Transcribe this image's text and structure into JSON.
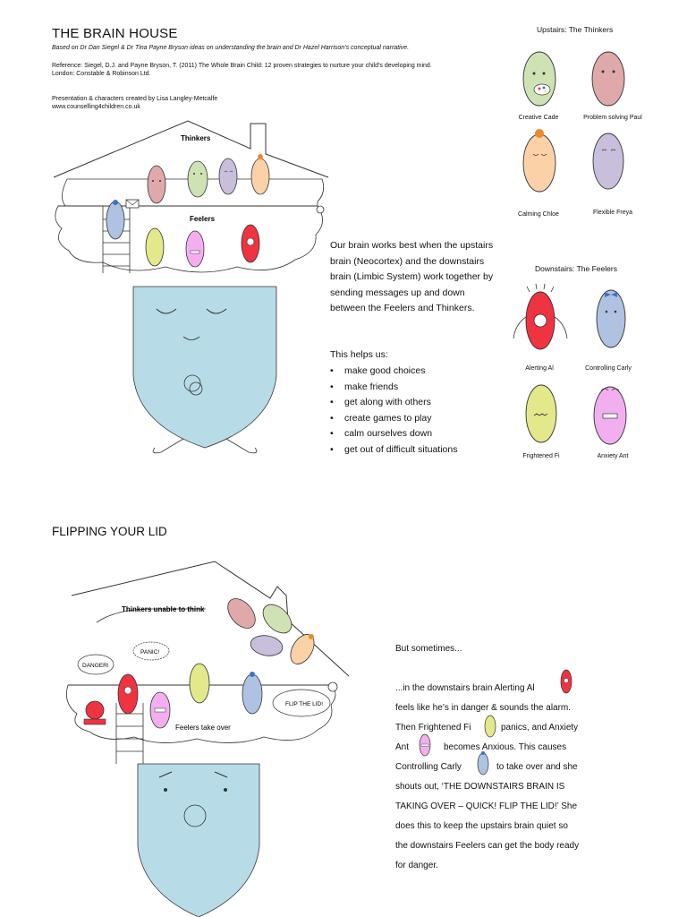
{
  "header": {
    "title": "THE BRAIN HOUSE",
    "based_on": "Based on Dr Dan Siegel & Dr Tina Payne Bryson ideas on understanding the brain and Dr Hazel Harrison’s conceptual narrative.",
    "reference": "Reference: Siegel, D.J. and Payne Bryson, T. (2011) The Whole Brain Child: 12 proven strategies to nurture your child’s developing mind. London: Constable & Robinson Ltd.",
    "credit": "Presentation & characters created by Lisa Langley-Metcalfe",
    "website": "www.counselling4children.co.uk"
  },
  "house1": {
    "thinkers_label": "Thinkers",
    "feelers_label": "Feelers"
  },
  "upstairs": {
    "heading": "Upstairs: The Thinkers",
    "characters": [
      "Creative Cade",
      "Problem solving Paul",
      "Calming Chloe",
      "Flexible Freya"
    ]
  },
  "downstairs": {
    "heading": "Downstairs: The Feelers",
    "characters": [
      "Alerting Al",
      "Controlling Carly",
      "Frightened Fi",
      "Anxiety Ant"
    ]
  },
  "intro": {
    "paragraph": "Our brain works best when the upstairs brain (Neocortex) and the downstairs brain (Limbic System) work together by sending messages up and down between the Feelers and Thinkers.",
    "helps": "This helps us:",
    "bullets": [
      "make good choices",
      "make friends",
      "get along with others",
      "create games to play",
      "calm ourselves down",
      "get out of difficult situations"
    ]
  },
  "section2": {
    "heading": "FLIPPING YOUR LID",
    "thinkers_label": "Thinkers unable to think",
    "feelers_label": "Feelers take over",
    "bubble_danger": "DANGER!",
    "bubble_panic": "PANIC!",
    "bubble_flip": "FLIP THE LID!",
    "lines": [
      "But sometimes...",
      "...in the downstairs brain Alerting Al",
      "feels like he’s in danger & sounds the alarm.",
      "Then Frightened Fi",
      "panics, and Anxiety",
      "Ant",
      "becomes Anxious.  This causes",
      "Controlling Carly",
      "to take over and she",
      "shouts out, ‘THE DOWNSTAIRS BRAIN IS",
      "TAKING OVER – QUICK! FLIP THE LID!’ She",
      "does this to keep the upstairs brain quiet so",
      "the downstairs Feelers can get the body ready",
      "for danger."
    ]
  },
  "colors": {
    "pink": "#e0a9a9",
    "green": "#cfe2b4",
    "purple": "#c9bfdc",
    "peach": "#fbd1a8",
    "red": "#ef3340",
    "blue": "#aec3e2",
    "yellow": "#e3e88a",
    "magenta": "#f3aef0",
    "head": "#b7dce8",
    "bow": "#e98b2c",
    "bow_blue": "#3b74c7"
  }
}
